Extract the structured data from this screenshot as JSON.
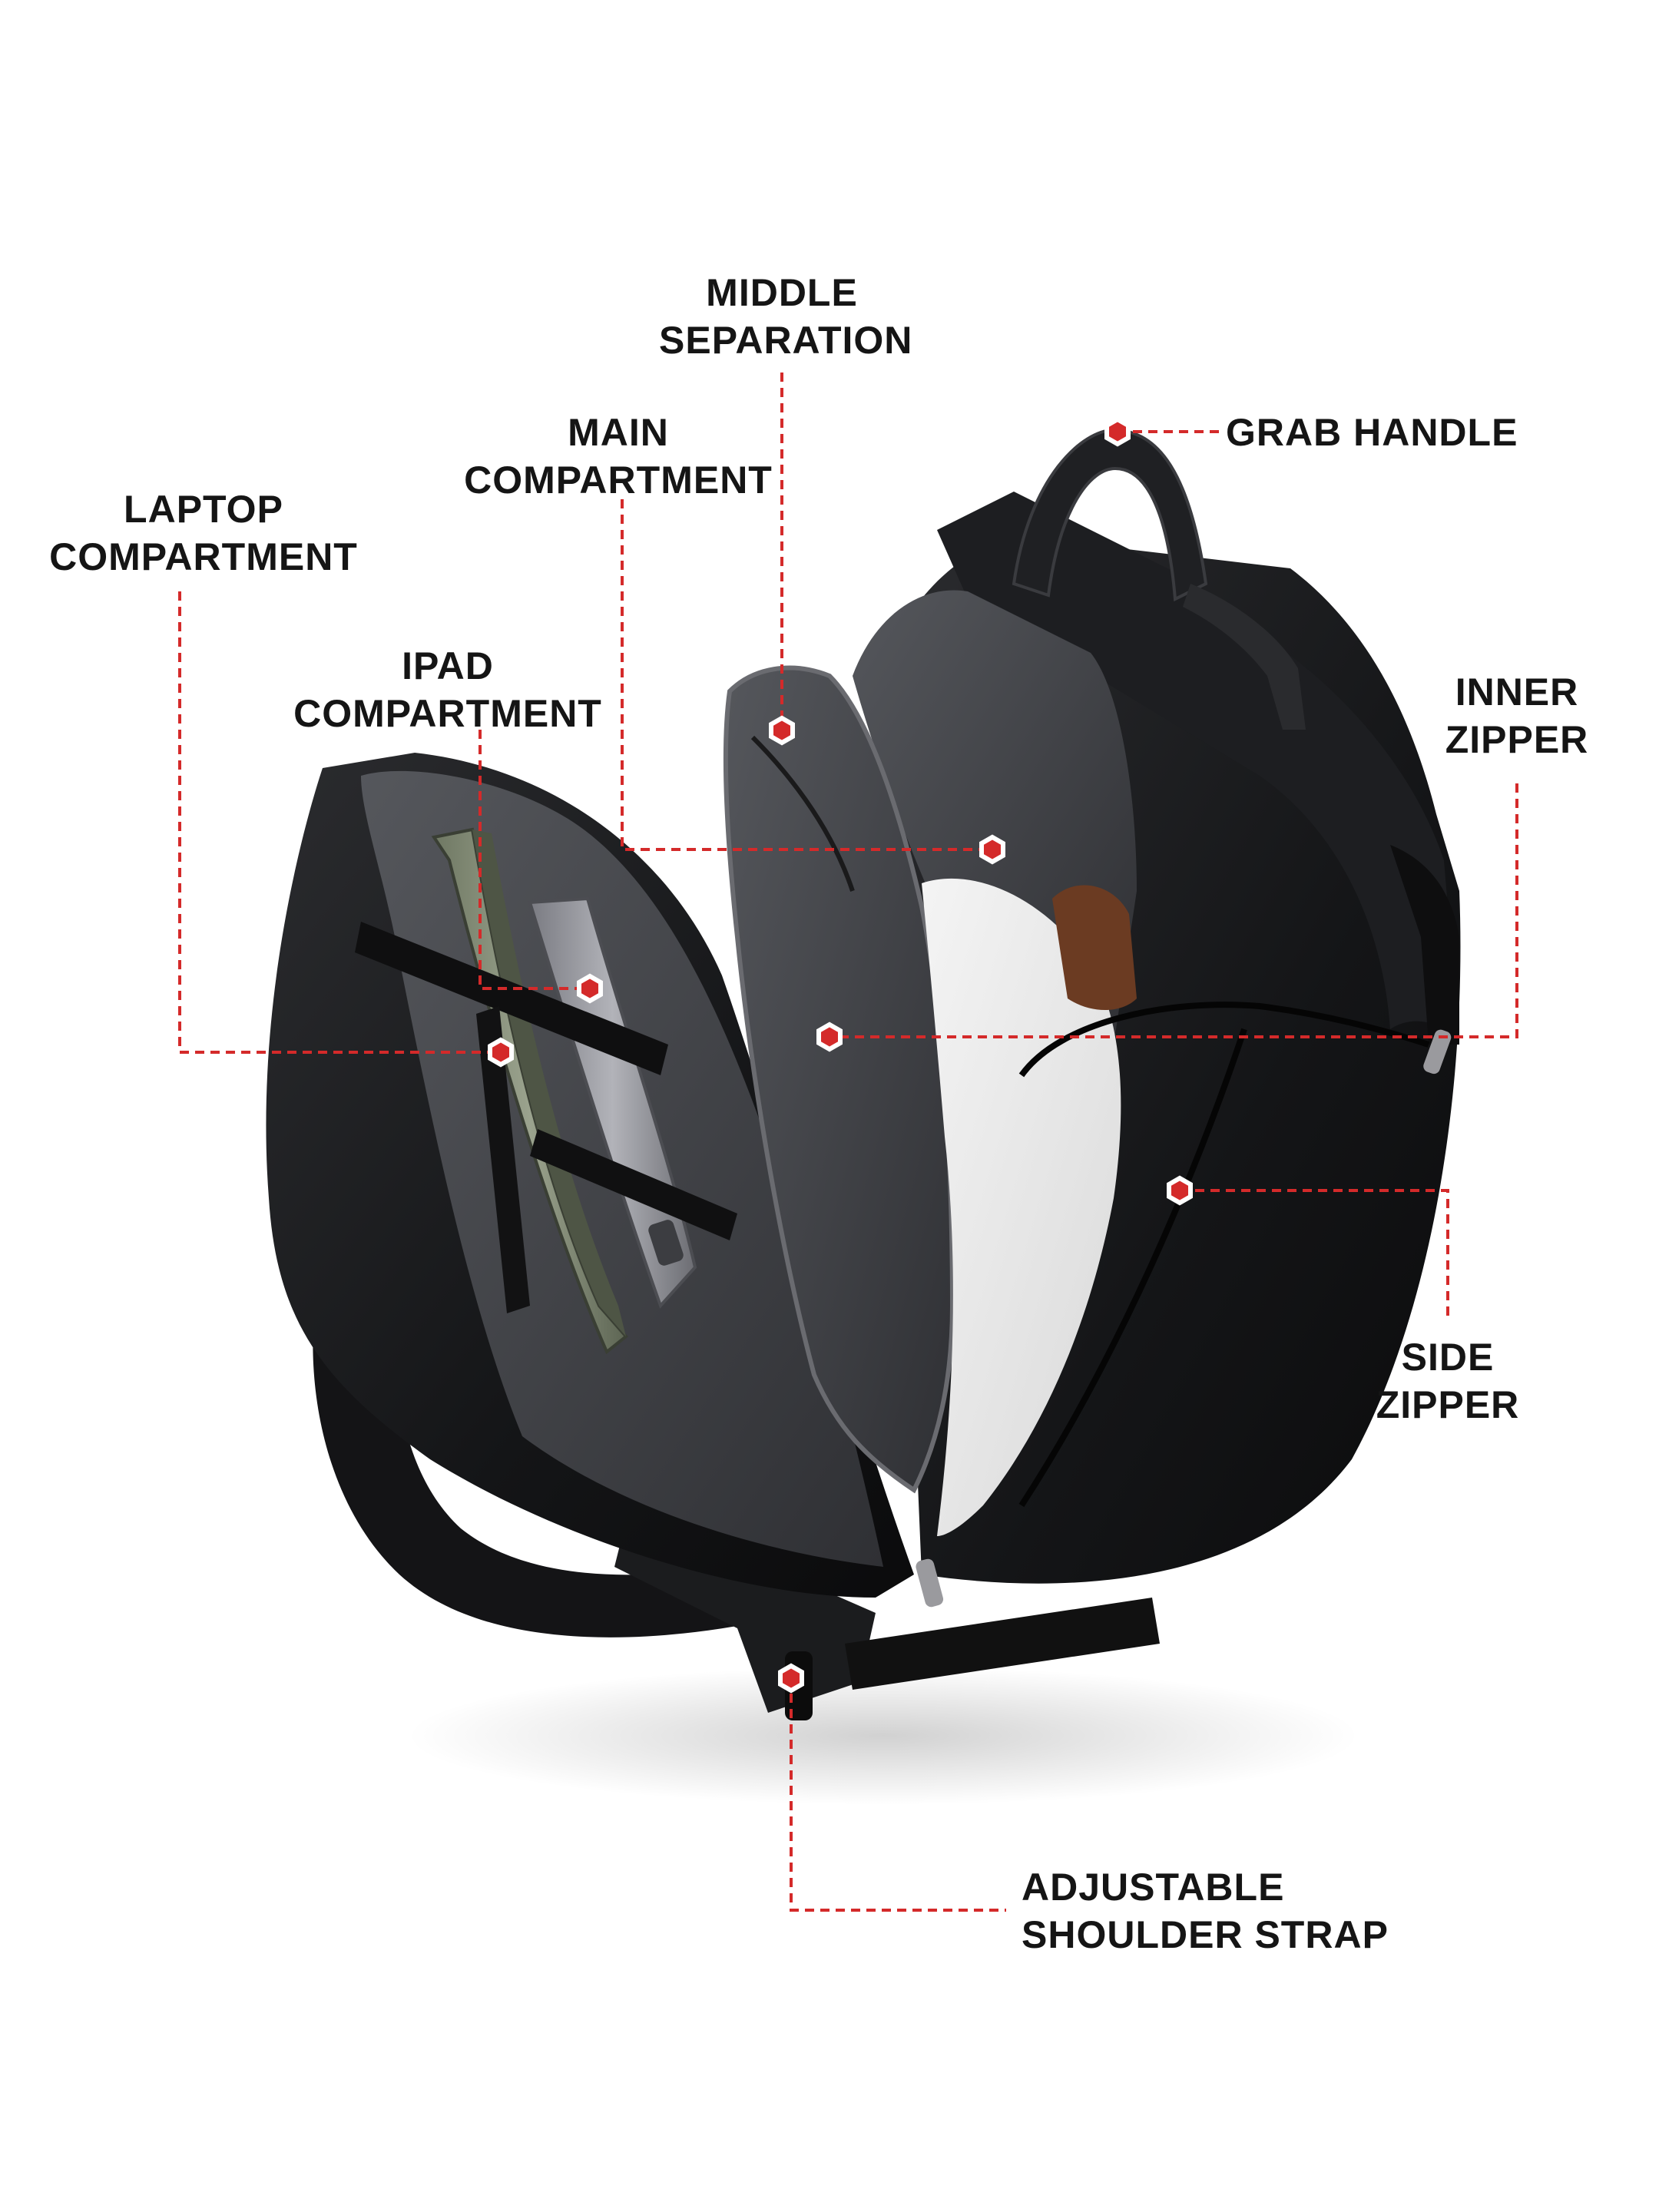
{
  "colors": {
    "leader_line": "#d42a2a",
    "label_text": "#151515",
    "bag_body": "#17181a",
    "lining": "#3f4044",
    "accent_marker": "#d42a2a"
  },
  "callouts": {
    "middle_separation": [
      "MIDDLE",
      "SEPARATION"
    ],
    "grab_handle": [
      "GRAB HANDLE"
    ],
    "main_compartment": [
      "MAIN",
      "COMPARTMENT"
    ],
    "laptop_compartment": [
      "LAPTOP",
      "COMPARTMENT"
    ],
    "inner_zipper": [
      "INNER",
      "ZIPPER"
    ],
    "ipad_compartment": [
      "IPAD",
      "COMPARTMENT"
    ],
    "side_zipper": [
      "SIDE",
      "ZIPPER"
    ],
    "adjustable_shoulder_strap": [
      "ADJUSTABLE",
      "SHOULDER STRAP"
    ]
  },
  "icons": {
    "marker": "hexagon-marker-icon"
  }
}
